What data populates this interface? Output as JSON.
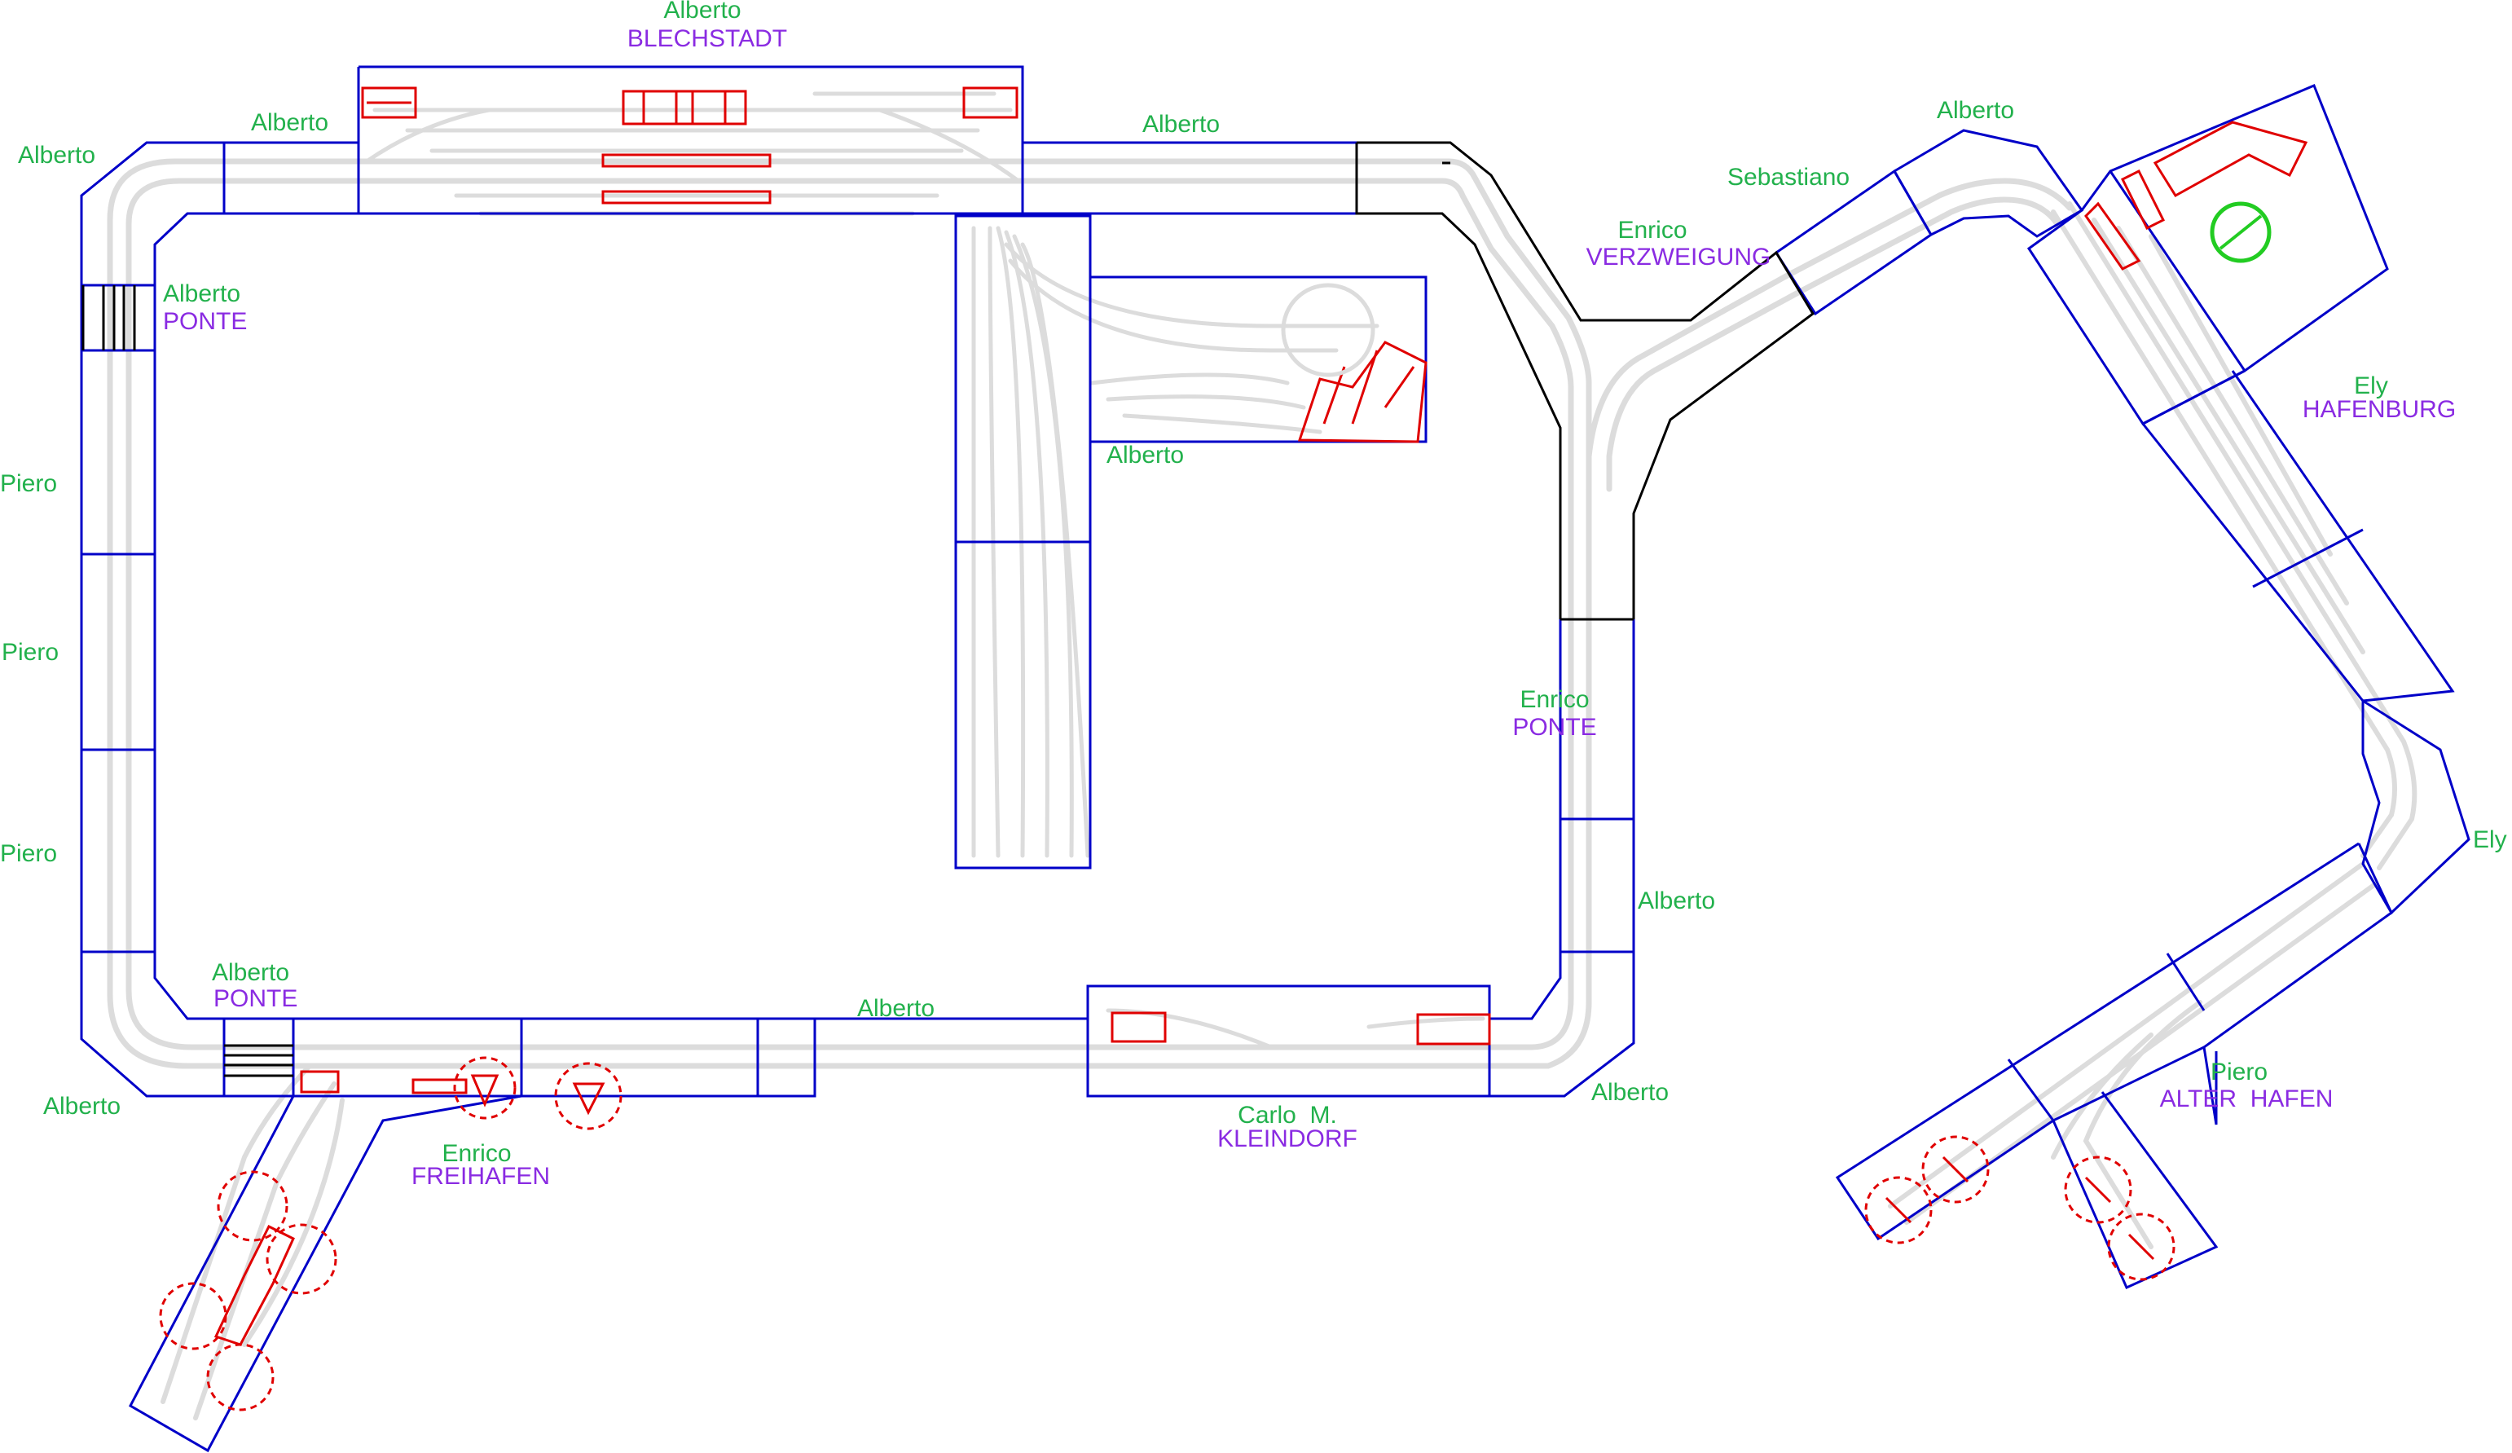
{
  "colors": {
    "background": "#ffffff",
    "module_outline": "#0000c8",
    "connector": "#000000",
    "track": "#dcdcdc",
    "name_text": "#22b14c",
    "location_text": "#8a2be2",
    "equipment": "#e00000",
    "turntable_highlight": "#22cc22"
  },
  "labels": {
    "blechstadt_owner": "Alberto",
    "blechstadt_place": "BLECHSTADT",
    "top_left_corner": "Alberto",
    "top_left_straight": "Alberto",
    "top_straight": "Alberto",
    "ponte_upper_owner": "Alberto",
    "ponte_upper_place": "PONTE",
    "piero_1": "Piero",
    "piero_2": "Piero",
    "piero_3": "Piero",
    "depot": "Alberto",
    "ponte_lower_owner": "Alberto",
    "ponte_lower_place": "PONTE",
    "bottom_left_corner": "Alberto",
    "bottom_straight": "Alberto",
    "freihafen_owner": "Enrico",
    "freihafen_place": "FREIHAFEN",
    "kleindorf_owner": "Carlo  M.",
    "kleindorf_place": "KLEINDORF",
    "bottom_right_corner": "Alberto",
    "right_straight": "Alberto",
    "ponte_right_owner": "Enrico",
    "ponte_right_place": "PONTE",
    "verzweigung_owner": "Enrico",
    "verzweigung_place": "VERZWEIGUNG",
    "sebastiano": "Sebastiano",
    "upper_right_corner": "Alberto",
    "hafenburg_owner": "Ely",
    "hafenburg_place": "HAFENBURG",
    "ely_curve": "Ely",
    "alter_hafen_owner": "Piero",
    "alter_hafen_place": "ALTER  HAFEN"
  }
}
